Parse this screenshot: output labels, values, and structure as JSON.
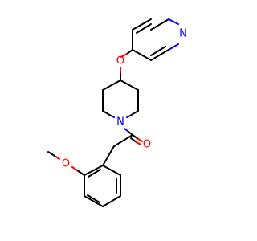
{
  "molecule": {
    "atoms": {
      "pyridine_n": {
        "label": "N",
        "color": "#0000ff"
      },
      "ether_o": {
        "label": "O",
        "color": "#ff0000"
      },
      "piperidine_n": {
        "label": "N",
        "color": "#0000ff"
      },
      "carbonyl_o": {
        "label": "O",
        "color": "#ff0000"
      },
      "methoxy_o": {
        "label": "O",
        "color": "#ff0000"
      }
    },
    "bond_color": "#000000"
  }
}
